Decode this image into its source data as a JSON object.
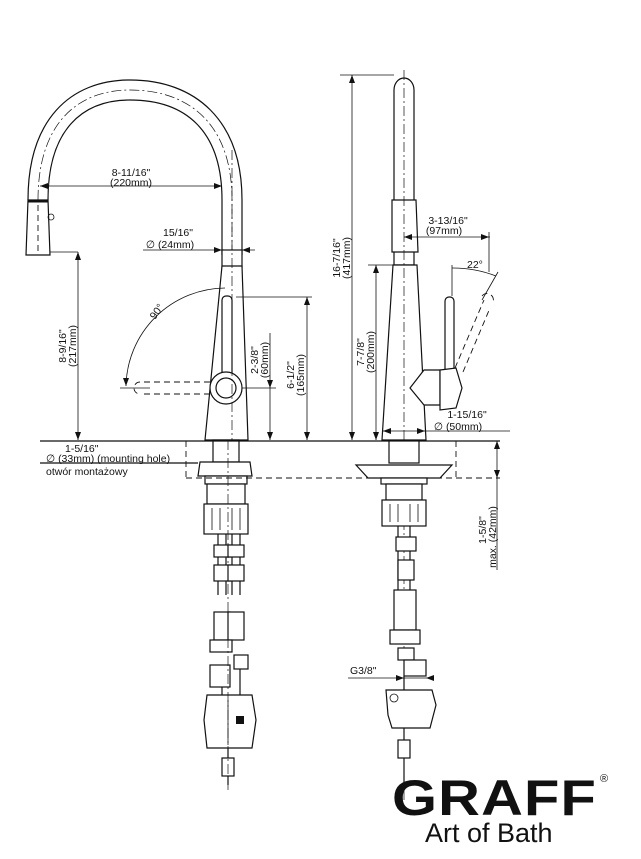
{
  "left_view": {
    "reach": {
      "in": "8-11/16\"",
      "mm": "(220mm)"
    },
    "spout_diameter": {
      "in": "15/16\"",
      "mm": "∅ (24mm)"
    },
    "lever_angle": "90°",
    "spout_clearance": {
      "in": "8-9/16\"",
      "mm": "(217mm)"
    },
    "lever_hub_height": {
      "in": "2-3/8\"",
      "mm": "(60mm)"
    },
    "lever_top_height": {
      "in": "6-1/2\"",
      "mm": "(165mm)"
    },
    "mounting_hole": {
      "in": "1-5/16\"",
      "mm": "∅ (33mm) (mounting hole)",
      "pl": "otwór montażowy"
    }
  },
  "right_view": {
    "total_height": {
      "in": "16-7/16\"",
      "mm": "(417mm)"
    },
    "body_height": {
      "in": "7-7/8\"",
      "mm": "(200mm)"
    },
    "lever_reach": {
      "in": "3-13/16\"",
      "mm": "(97mm)"
    },
    "lever_angle": "22°",
    "base_diameter": {
      "in": "1-15/16\"",
      "mm": "∅ (50mm)"
    },
    "deck_thickness": {
      "in": "1-5/8\"",
      "mm": "max. (42mm)"
    },
    "connection": "G3/8\""
  },
  "brand": {
    "name": "GRAFF",
    "mark": "®",
    "tagline": "Art of Bath"
  }
}
